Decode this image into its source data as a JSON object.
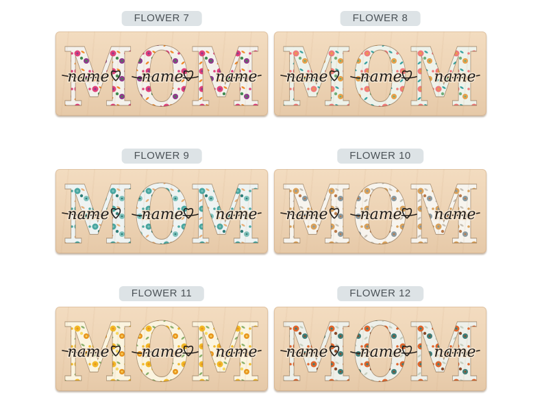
{
  "signs": [
    {
      "label": "FLOWER 7",
      "palette": [
        "#f4f1ec",
        "#e0407a",
        "#8e3a8c",
        "#f08a2a",
        "#3f8a4e"
      ]
    },
    {
      "label": "FLOWER 8",
      "palette": [
        "#eef2ea",
        "#f07a7a",
        "#e8a14a",
        "#3aa3a0",
        "#6fae7a"
      ]
    },
    {
      "label": "FLOWER 9",
      "palette": [
        "#eef3f2",
        "#48a6a0",
        "#7fc3bd",
        "#e7b07a",
        "#2f7d78"
      ]
    },
    {
      "label": "FLOWER 10",
      "palette": [
        "#f7f4ee",
        "#d9a15a",
        "#8a9aa0",
        "#c7c0b4",
        "#b97a4a"
      ]
    },
    {
      "label": "FLOWER 11",
      "palette": [
        "#fbf4df",
        "#f2b928",
        "#e8951e",
        "#8ab06a",
        "#f7d760"
      ]
    },
    {
      "label": "FLOWER 12",
      "palette": [
        "#eef0ea",
        "#e0642a",
        "#3e7e78",
        "#c7cfc0",
        "#8a4a2a"
      ]
    }
  ],
  "sign_text": {
    "word": "MOM",
    "names": [
      "name",
      "name",
      "name"
    ],
    "heart_icon": "heart-icon"
  }
}
